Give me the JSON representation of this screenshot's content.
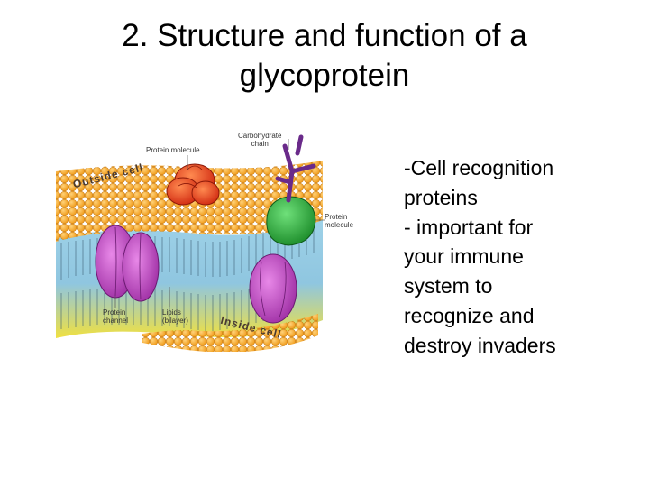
{
  "slide": {
    "title_lines": [
      "2. Structure and function of a",
      "glycoprotein"
    ],
    "body_lines": [
      "-Cell recognition",
      "proteins",
      "- important for",
      "your immune",
      "system to",
      "recognize and",
      "destroy invaders"
    ]
  },
  "diagram": {
    "labels": {
      "outside_cell": "Outside cell",
      "inside_cell": "Inside cell",
      "protein_molecule_top": "Protein molecule",
      "carbohydrate_chain": [
        "Carbohydrate",
        "chain"
      ],
      "protein_molecule_right": [
        "Protein",
        "molecule"
      ],
      "protein_channel": [
        "Protein",
        "channel"
      ],
      "lipids": [
        "Lipids",
        "(bilayer)"
      ]
    },
    "colors": {
      "lipid_head": "#f5a623",
      "lipid_head_outline": "#c97a10",
      "protein_red": "#e8401c",
      "protein_green": "#2ea83a",
      "channel_purple": "#b048b8",
      "carbohydrate": "#6a2a8a"
    }
  }
}
